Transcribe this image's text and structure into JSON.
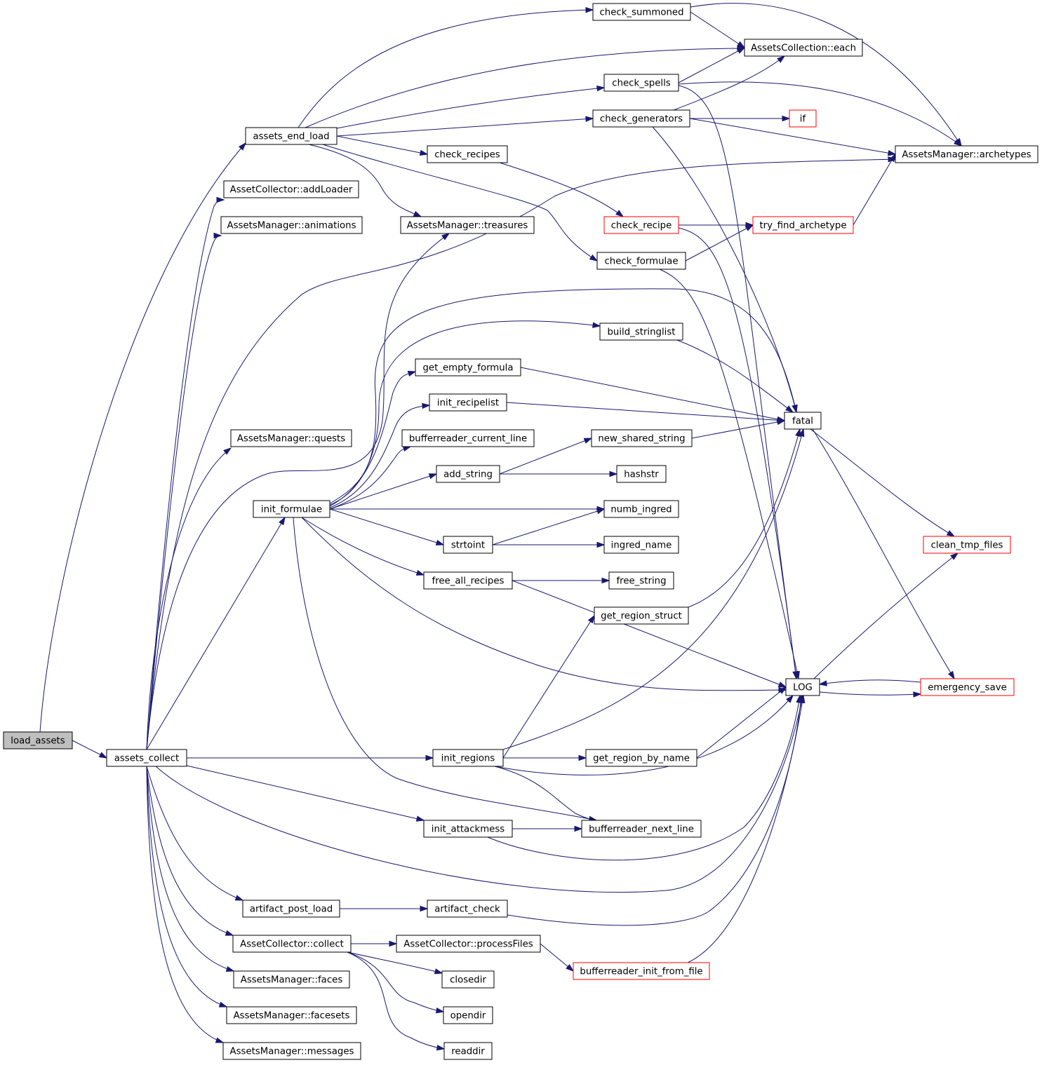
{
  "diagram": {
    "title": "",
    "colors": {
      "edge": "#191970",
      "node_border": "#000000",
      "truncated_border": "#ff0000",
      "root_fill": "#bfbfbf",
      "node_fill": "#ffffff"
    },
    "nodes": [
      {
        "id": "load_assets",
        "label": "load_assets",
        "kind": "root"
      },
      {
        "id": "assets_collect",
        "label": "assets_collect"
      },
      {
        "id": "assets_end_load",
        "label": "assets_end_load"
      },
      {
        "id": "addLoader",
        "label": "AssetCollector::addLoader"
      },
      {
        "id": "animations",
        "label": "AssetsManager::animations"
      },
      {
        "id": "quests",
        "label": "AssetsManager::quests"
      },
      {
        "id": "init_formulae",
        "label": "init_formulae"
      },
      {
        "id": "artifact_post_load",
        "label": "artifact_post_load"
      },
      {
        "id": "collect",
        "label": "AssetCollector::collect"
      },
      {
        "id": "faces",
        "label": "AssetsManager::faces"
      },
      {
        "id": "facesets",
        "label": "AssetsManager::facesets"
      },
      {
        "id": "messages",
        "label": "AssetsManager::messages"
      },
      {
        "id": "check_summoned",
        "label": "check_summoned"
      },
      {
        "id": "check_spells",
        "label": "check_spells"
      },
      {
        "id": "check_generators",
        "label": "check_generators"
      },
      {
        "id": "check_recipes",
        "label": "check_recipes"
      },
      {
        "id": "treasures",
        "label": "AssetsManager::treasures"
      },
      {
        "id": "check_recipe",
        "label": "check_recipe",
        "kind": "truncated"
      },
      {
        "id": "check_formulae",
        "label": "check_formulae"
      },
      {
        "id": "build_stringlist",
        "label": "build_stringlist"
      },
      {
        "id": "get_empty_formula",
        "label": "get_empty_formula"
      },
      {
        "id": "init_recipelist",
        "label": "init_recipelist"
      },
      {
        "id": "bufferreader_current_line",
        "label": "bufferreader_current_line"
      },
      {
        "id": "add_string",
        "label": "add_string"
      },
      {
        "id": "new_shared_string",
        "label": "new_shared_string"
      },
      {
        "id": "hashstr",
        "label": "hashstr"
      },
      {
        "id": "numb_ingred",
        "label": "numb_ingred"
      },
      {
        "id": "strtoint",
        "label": "strtoint"
      },
      {
        "id": "ingred_name",
        "label": "ingred_name"
      },
      {
        "id": "free_all_recipes",
        "label": "free_all_recipes"
      },
      {
        "id": "free_string",
        "label": "free_string"
      },
      {
        "id": "get_region_struct",
        "label": "get_region_struct"
      },
      {
        "id": "init_regions",
        "label": "init_regions"
      },
      {
        "id": "get_region_by_name",
        "label": "get_region_by_name"
      },
      {
        "id": "init_attackmess",
        "label": "init_attackmess"
      },
      {
        "id": "bufferreader_next_line",
        "label": "bufferreader_next_line"
      },
      {
        "id": "artifact_check",
        "label": "artifact_check"
      },
      {
        "id": "processFiles",
        "label": "AssetCollector::processFiles"
      },
      {
        "id": "bufferreader_init_from_file",
        "label": "bufferreader_init_from_file",
        "kind": "truncated"
      },
      {
        "id": "closedir",
        "label": "closedir"
      },
      {
        "id": "opendir",
        "label": "opendir"
      },
      {
        "id": "readdir",
        "label": "readdir"
      },
      {
        "id": "each",
        "label": "AssetsCollection::each"
      },
      {
        "id": "if",
        "label": "if",
        "kind": "truncated"
      },
      {
        "id": "archetypes",
        "label": "AssetsManager::archetypes"
      },
      {
        "id": "try_find_archetype",
        "label": "try_find_archetype",
        "kind": "truncated"
      },
      {
        "id": "fatal",
        "label": "fatal"
      },
      {
        "id": "LOG",
        "label": "LOG"
      },
      {
        "id": "clean_tmp_files",
        "label": "clean_tmp_files",
        "kind": "truncated"
      },
      {
        "id": "emergency_save",
        "label": "emergency_save",
        "kind": "truncated"
      }
    ],
    "edges": [
      {
        "from": "load_assets",
        "to": "assets_collect"
      },
      {
        "from": "load_assets",
        "to": "assets_end_load"
      },
      {
        "from": "assets_collect",
        "to": "addLoader"
      },
      {
        "from": "assets_collect",
        "to": "animations"
      },
      {
        "from": "assets_collect",
        "to": "archetypes"
      },
      {
        "from": "assets_collect",
        "to": "quests"
      },
      {
        "from": "assets_collect",
        "to": "treasures"
      },
      {
        "from": "assets_collect",
        "to": "init_formulae"
      },
      {
        "from": "assets_collect",
        "to": "init_regions"
      },
      {
        "from": "assets_collect",
        "to": "init_attackmess"
      },
      {
        "from": "assets_collect",
        "to": "LOG"
      },
      {
        "from": "assets_collect",
        "to": "artifact_post_load"
      },
      {
        "from": "assets_collect",
        "to": "collect"
      },
      {
        "from": "assets_collect",
        "to": "faces"
      },
      {
        "from": "assets_collect",
        "to": "facesets"
      },
      {
        "from": "assets_collect",
        "to": "messages"
      },
      {
        "from": "assets_end_load",
        "to": "check_summoned"
      },
      {
        "from": "assets_end_load",
        "to": "each"
      },
      {
        "from": "assets_end_load",
        "to": "check_spells"
      },
      {
        "from": "assets_end_load",
        "to": "check_generators"
      },
      {
        "from": "assets_end_load",
        "to": "check_recipes"
      },
      {
        "from": "assets_end_load",
        "to": "treasures"
      },
      {
        "from": "assets_end_load",
        "to": "check_formulae"
      },
      {
        "from": "check_summoned",
        "to": "each"
      },
      {
        "from": "check_summoned",
        "to": "archetypes"
      },
      {
        "from": "check_spells",
        "to": "each"
      },
      {
        "from": "check_spells",
        "to": "archetypes"
      },
      {
        "from": "check_spells",
        "to": "LOG"
      },
      {
        "from": "check_generators",
        "to": "each"
      },
      {
        "from": "check_generators",
        "to": "if"
      },
      {
        "from": "check_generators",
        "to": "archetypes"
      },
      {
        "from": "check_generators",
        "to": "fatal"
      },
      {
        "from": "check_recipes",
        "to": "check_recipe"
      },
      {
        "from": "check_recipe",
        "to": "try_find_archetype"
      },
      {
        "from": "check_recipe",
        "to": "LOG"
      },
      {
        "from": "check_formulae",
        "to": "try_find_archetype"
      },
      {
        "from": "check_formulae",
        "to": "LOG"
      },
      {
        "from": "try_find_archetype",
        "to": "archetypes"
      },
      {
        "from": "init_formulae",
        "to": "fatal"
      },
      {
        "from": "init_formulae",
        "to": "build_stringlist"
      },
      {
        "from": "init_formulae",
        "to": "get_empty_formula"
      },
      {
        "from": "init_formulae",
        "to": "init_recipelist"
      },
      {
        "from": "init_formulae",
        "to": "bufferreader_current_line"
      },
      {
        "from": "init_formulae",
        "to": "add_string"
      },
      {
        "from": "init_formulae",
        "to": "numb_ingred"
      },
      {
        "from": "init_formulae",
        "to": "strtoint"
      },
      {
        "from": "init_formulae",
        "to": "free_all_recipes"
      },
      {
        "from": "init_formulae",
        "to": "LOG"
      },
      {
        "from": "init_formulae",
        "to": "bufferreader_next_line"
      },
      {
        "from": "build_stringlist",
        "to": "fatal"
      },
      {
        "from": "get_empty_formula",
        "to": "fatal"
      },
      {
        "from": "init_recipelist",
        "to": "fatal"
      },
      {
        "from": "add_string",
        "to": "new_shared_string"
      },
      {
        "from": "add_string",
        "to": "hashstr"
      },
      {
        "from": "new_shared_string",
        "to": "fatal"
      },
      {
        "from": "strtoint",
        "to": "numb_ingred"
      },
      {
        "from": "strtoint",
        "to": "ingred_name"
      },
      {
        "from": "free_all_recipes",
        "to": "free_string"
      },
      {
        "from": "free_all_recipes",
        "to": "LOG"
      },
      {
        "from": "get_region_struct",
        "to": "fatal"
      },
      {
        "from": "init_regions",
        "to": "get_region_struct"
      },
      {
        "from": "init_regions",
        "to": "fatal"
      },
      {
        "from": "init_regions",
        "to": "get_region_by_name"
      },
      {
        "from": "init_regions",
        "to": "LOG"
      },
      {
        "from": "init_regions",
        "to": "bufferreader_next_line"
      },
      {
        "from": "get_region_by_name",
        "to": "LOG"
      },
      {
        "from": "init_attackmess",
        "to": "bufferreader_next_line"
      },
      {
        "from": "init_attackmess",
        "to": "LOG"
      },
      {
        "from": "artifact_post_load",
        "to": "artifact_check"
      },
      {
        "from": "artifact_check",
        "to": "LOG"
      },
      {
        "from": "collect",
        "to": "processFiles"
      },
      {
        "from": "collect",
        "to": "closedir"
      },
      {
        "from": "collect",
        "to": "opendir"
      },
      {
        "from": "collect",
        "to": "readdir"
      },
      {
        "from": "processFiles",
        "to": "bufferreader_init_from_file"
      },
      {
        "from": "bufferreader_init_from_file",
        "to": "LOG"
      },
      {
        "from": "fatal",
        "to": "clean_tmp_files"
      },
      {
        "from": "fatal",
        "to": "emergency_save"
      },
      {
        "from": "LOG",
        "to": "clean_tmp_files"
      },
      {
        "from": "LOG",
        "to": "emergency_save"
      },
      {
        "from": "emergency_save",
        "to": "LOG"
      }
    ]
  }
}
